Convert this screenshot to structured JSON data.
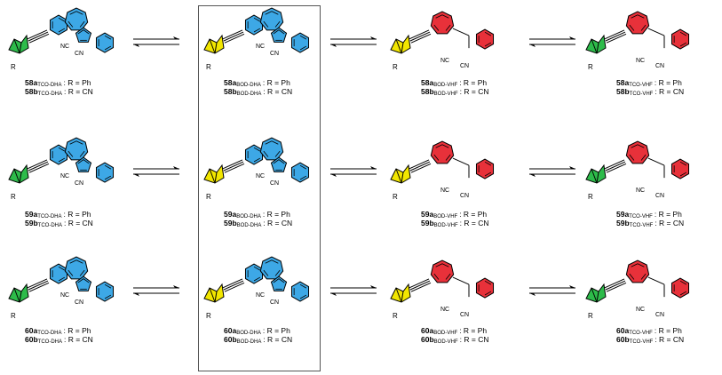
{
  "colors": {
    "tco_green": "#2dbb4a",
    "bod_yellow": "#f2e600",
    "dha_blue": "#3da8e6",
    "vhf_red": "#e8313a",
    "frame": "#555555"
  },
  "substituent_labels": {
    "R": "R",
    "CN": "CN",
    "NC": "NC"
  },
  "rows": [
    {
      "cells": [
        {
          "top": {
            "num": "58a",
            "sub": "TCO-DHA",
            "rest": ": R = Ph"
          },
          "bottom": {
            "num": "58b",
            "sub": "TCO-DHA",
            "rest": ": R = CN"
          }
        },
        {
          "top": {
            "num": "58a",
            "sub": "BOD-DHA",
            "rest": ": R = Ph"
          },
          "bottom": {
            "num": "58b",
            "sub": "BOD-DHA",
            "rest": ": R = CN"
          }
        },
        {
          "top": {
            "num": "58a",
            "sub": "BOD-VHF",
            "rest": ": R = Ph"
          },
          "bottom": {
            "num": "58b",
            "sub": "BOD-VHF",
            "rest": ": R = CN"
          }
        },
        {
          "top": {
            "num": "58a",
            "sub": "TCO-VHF",
            "rest": ": R = Ph"
          },
          "bottom": {
            "num": "58b",
            "sub": "TCO-VHF",
            "rest": ": R = CN"
          }
        }
      ]
    },
    {
      "cells": [
        {
          "top": {
            "num": "59a",
            "sub": "TCO-DHA",
            "rest": ": R = Ph"
          },
          "bottom": {
            "num": "59b",
            "sub": "TCO-DHA",
            "rest": ": R = CN"
          }
        },
        {
          "top": {
            "num": "59a",
            "sub": "BOD-DHA",
            "rest": ": R = Ph"
          },
          "bottom": {
            "num": "59b",
            "sub": "BOD-DHA",
            "rest": ": R = CN"
          }
        },
        {
          "top": {
            "num": "59a",
            "sub": "BOD-VHF",
            "rest": ": R = Ph"
          },
          "bottom": {
            "num": "59b",
            "sub": "BOD-VHF",
            "rest": ": R = CN"
          }
        },
        {
          "top": {
            "num": "59a",
            "sub": "TCO-VHF",
            "rest": ": R = Ph"
          },
          "bottom": {
            "num": "59b",
            "sub": "TCO-VHF",
            "rest": ": R = CN"
          }
        }
      ]
    },
    {
      "cells": [
        {
          "top": {
            "num": "60a",
            "sub": "TCO-DHA",
            "rest": ": R = Ph"
          },
          "bottom": {
            "num": "60b",
            "sub": "TCO-DHA",
            "rest": ": R = CN"
          }
        },
        {
          "top": {
            "num": "60a",
            "sub": "BOD-DHA",
            "rest": ": R = Ph"
          },
          "bottom": {
            "num": "60b",
            "sub": "BOD-DHA",
            "rest": ": R = CN"
          }
        },
        {
          "top": {
            "num": "60a",
            "sub": "BOD-VHF",
            "rest": ": R = Ph"
          },
          "bottom": {
            "num": "60b",
            "sub": "BOD-VHF",
            "rest": ": R = CN"
          }
        },
        {
          "top": {
            "num": "60a",
            "sub": "TCO-VHF",
            "rest": ": R = Ph"
          },
          "bottom": {
            "num": "60b",
            "sub": "TCO-VHF",
            "rest": ": R = CN"
          }
        }
      ]
    }
  ]
}
